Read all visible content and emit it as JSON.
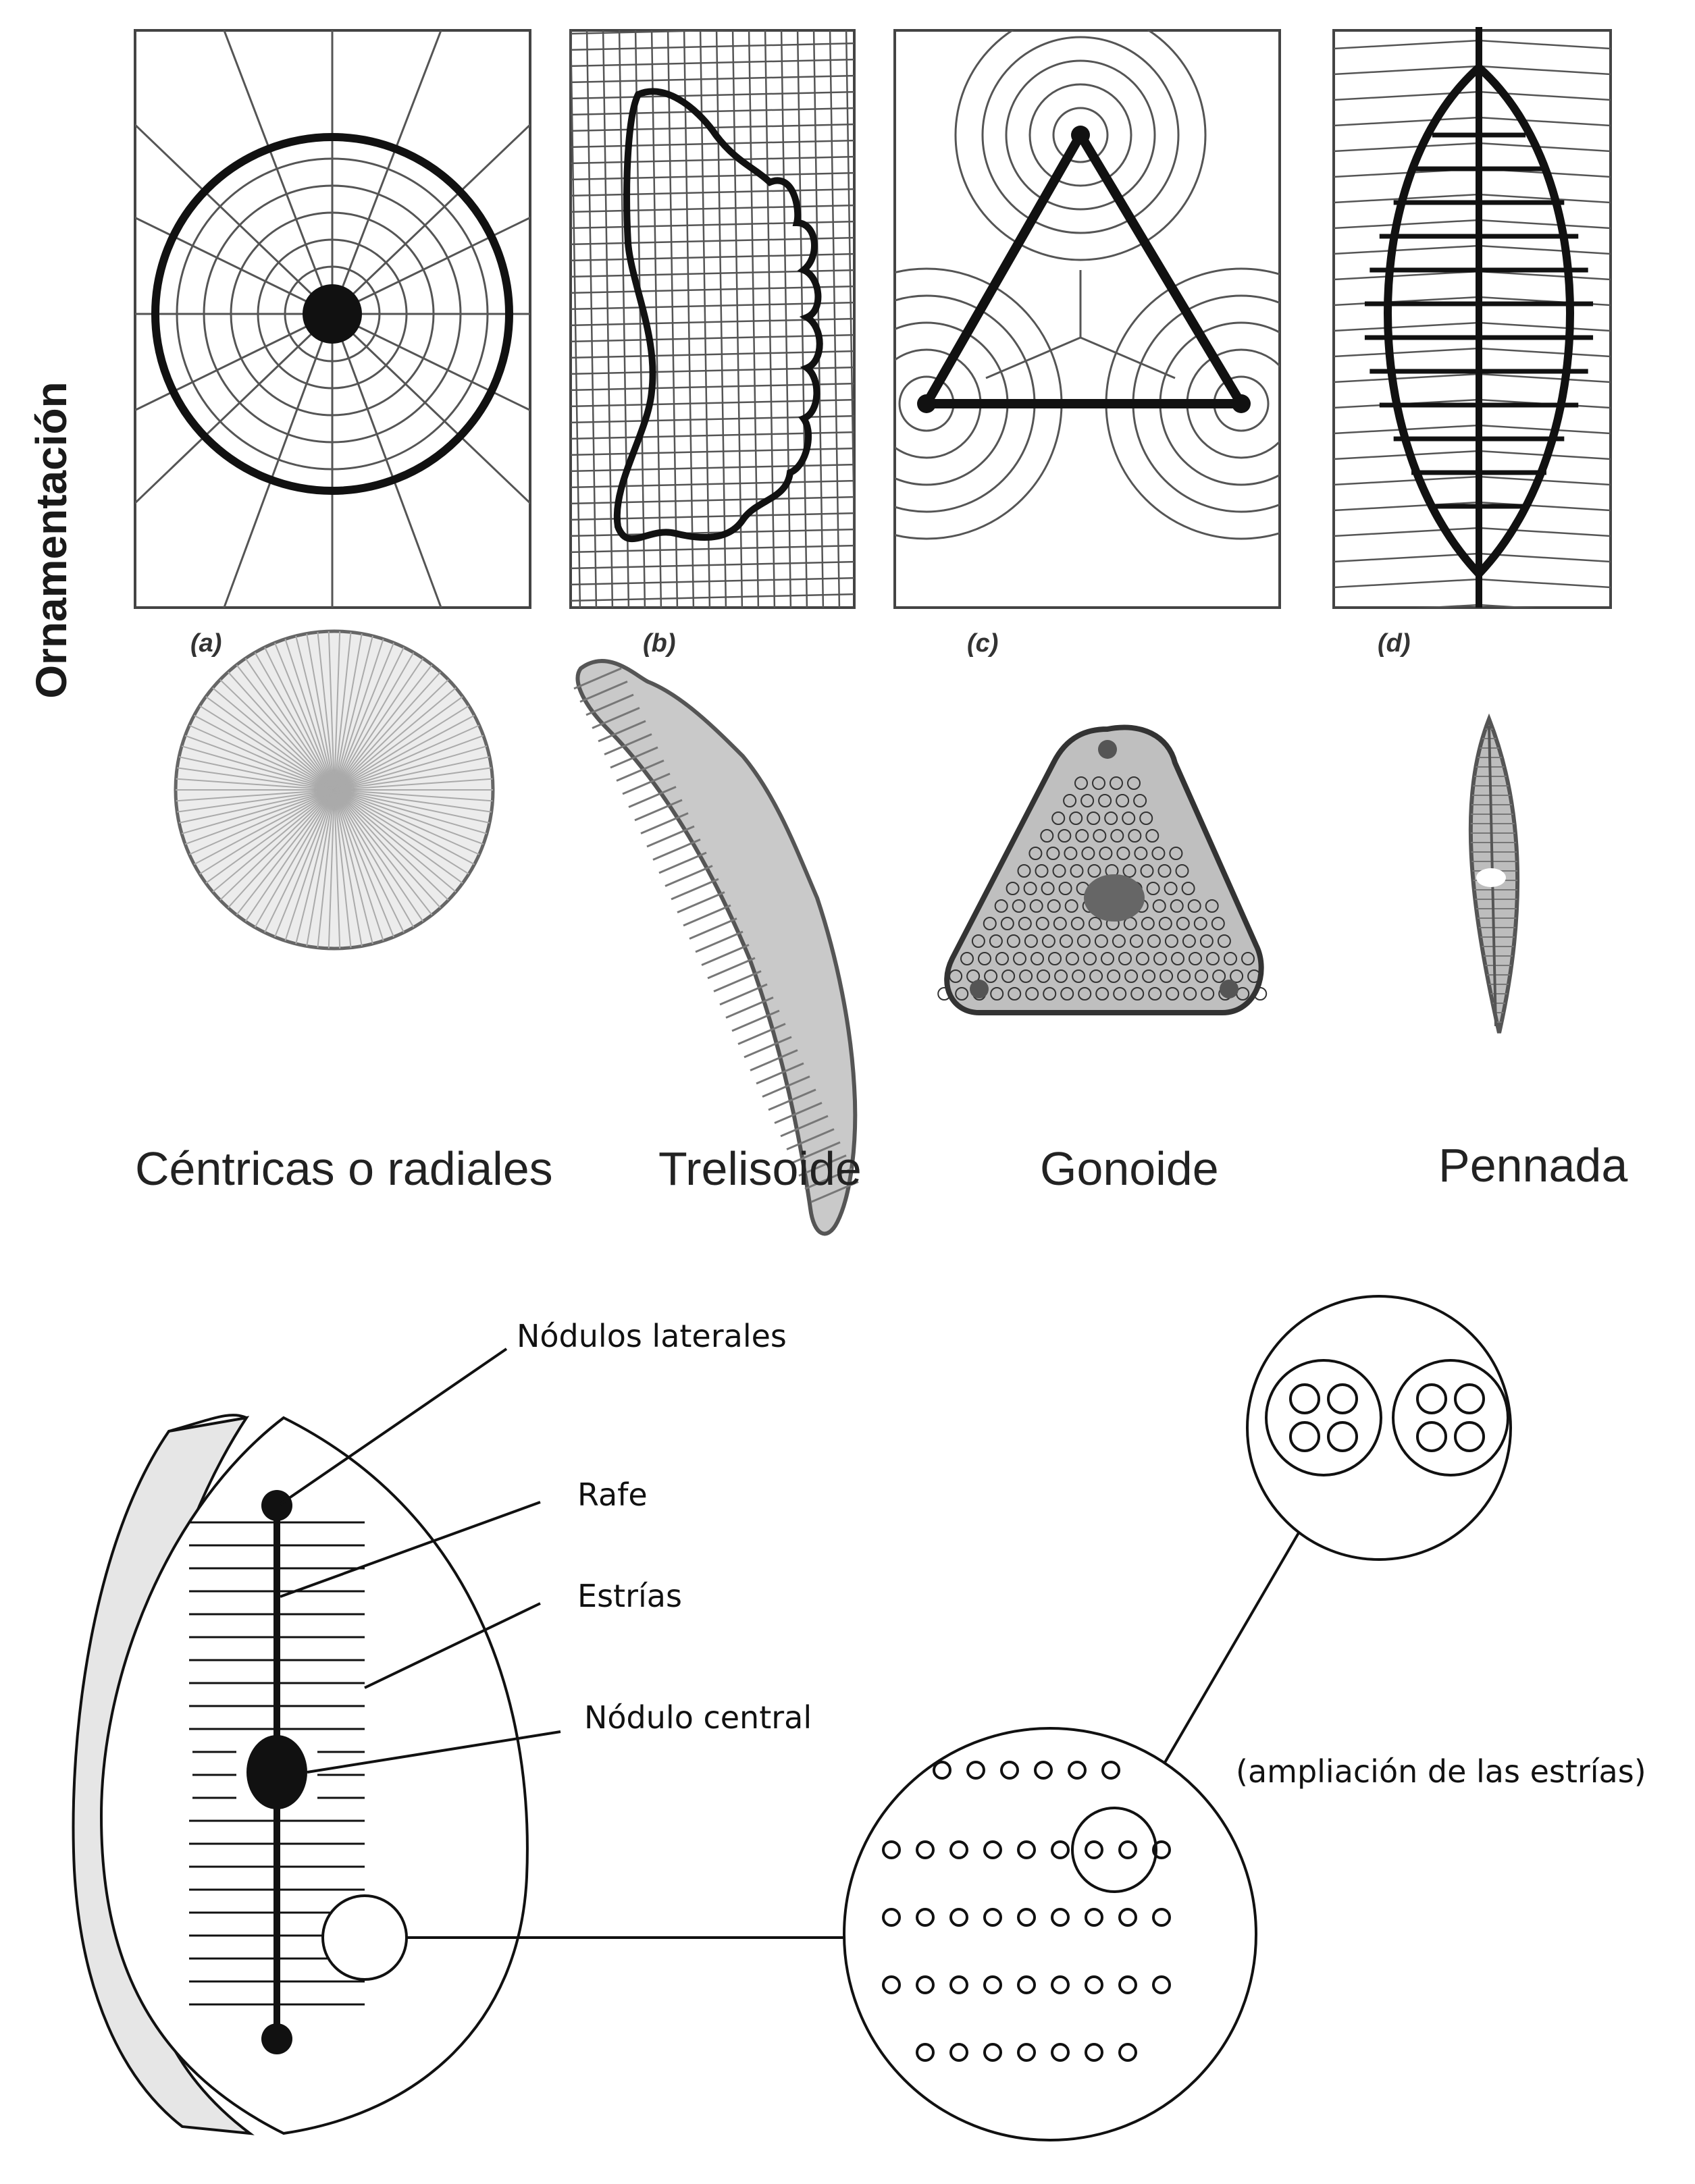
{
  "side_title": "Ornamentación",
  "panels": [
    {
      "letter": "(a)",
      "caption": "Céntricas o radiales"
    },
    {
      "letter": "(b)",
      "caption": "Trelisoide"
    },
    {
      "letter": "(c)",
      "caption": "Gonoide"
    },
    {
      "letter": "(d)",
      "caption": "Pennada"
    }
  ],
  "anatomy": {
    "labels": {
      "lateral_nodules": "Nódulos laterales",
      "raphe": "Rafe",
      "striae": "Estrías",
      "central_nodule": "Nódulo central",
      "enlargement": "(ampliación de las estrías)"
    }
  }
}
